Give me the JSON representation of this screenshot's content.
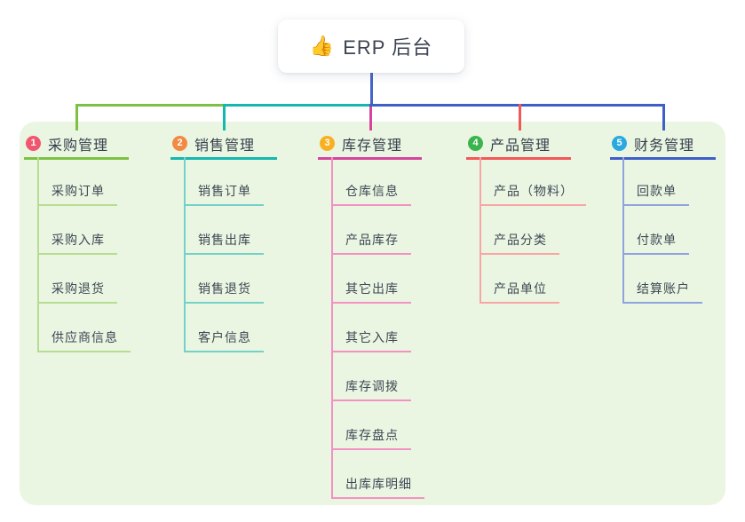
{
  "root": {
    "icon_glyph": "👍",
    "label": "ERP 后台"
  },
  "colors": {
    "panel_background": "#eaf6e2",
    "root_connector": "#4565c8",
    "canvas_background": "#ffffff",
    "root_text": "#3d4454",
    "branch_text": "#353f4c",
    "child_text": "#3e4854"
  },
  "branches": [
    {
      "number": "1",
      "label": "采购管理",
      "badge_color": "#f1566f",
      "color": "#7cc144",
      "light_color": "#b6dd92",
      "children": [
        "采购订单",
        "采购入库",
        "采购退货",
        "供应商信息"
      ]
    },
    {
      "number": "2",
      "label": "销售管理",
      "badge_color": "#f18a43",
      "color": "#15b7ae",
      "light_color": "#74d1c8",
      "children": [
        "销售订单",
        "销售出库",
        "销售退货",
        "客户信息"
      ]
    },
    {
      "number": "3",
      "label": "库存管理",
      "badge_color": "#f8b020",
      "color": "#d6449e",
      "light_color": "#f392c2",
      "children": [
        "仓库信息",
        "产品库存",
        "其它出库",
        "其它入库",
        "库存调拨",
        "库存盘点",
        "出库库明细"
      ]
    },
    {
      "number": "4",
      "label": "产品管理",
      "badge_color": "#3bb44d",
      "color": "#f25858",
      "light_color": "#f9a5a5",
      "children": [
        "产品（物料）",
        "产品分类",
        "产品单位"
      ]
    },
    {
      "number": "5",
      "label": "财务管理",
      "badge_color": "#2aa9e0",
      "color": "#3e5ec8",
      "light_color": "#8fa3dc",
      "children": [
        "回款单",
        "付款单",
        "结算账户"
      ]
    }
  ]
}
